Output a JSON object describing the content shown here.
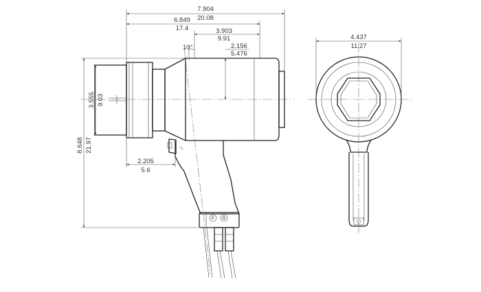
{
  "dimensions": {
    "overall_length": {
      "inch": "7.904",
      "mm": "20.08"
    },
    "front_to_handle": {
      "inch": "6.849",
      "mm": "17.4"
    },
    "handle_to_rear": {
      "inch": "3.903",
      "mm": "9.91"
    },
    "body_height": {
      "inch": "2.156",
      "mm": "5.476"
    },
    "nose_diameter": {
      "inch": "3.555",
      "mm": "9.03"
    },
    "nose_length": {
      "inch": "2.205",
      "mm": "5.6"
    },
    "overall_height": {
      "inch": "8.648",
      "mm": "21.97"
    },
    "body_width": {
      "inch": "4.437",
      "mm": "11.27"
    },
    "handle_angle": "10°"
  },
  "markings": {
    "forward": "F",
    "reverse": "R"
  }
}
